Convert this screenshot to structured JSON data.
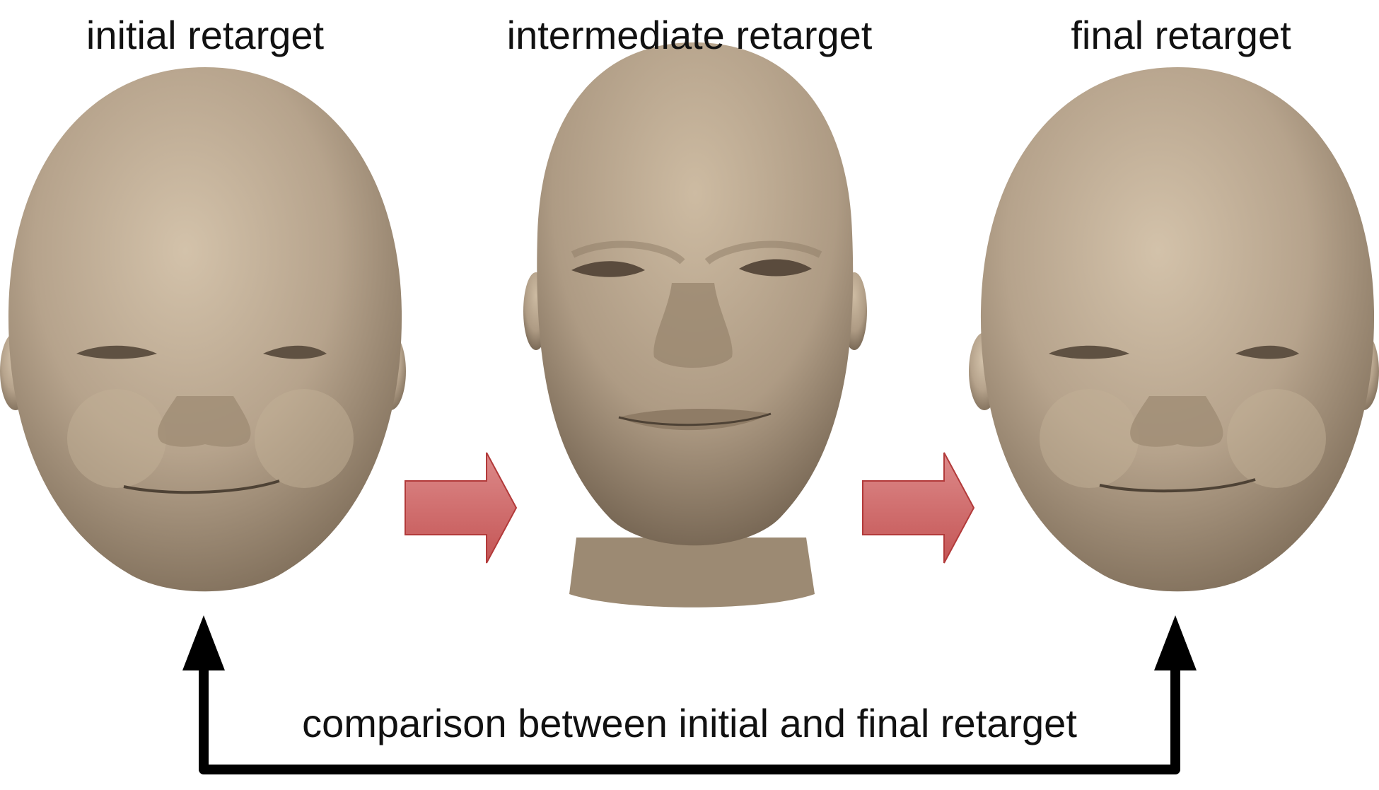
{
  "labels": {
    "initial": "initial retarget",
    "intermediate": "intermediate retarget",
    "final": "final retarget",
    "comparison": "comparison between initial and final retarget"
  },
  "colors": {
    "skin": "#b6a38c",
    "skin_shadow": "#7d6c58",
    "skin_highlight": "#d3c2aa",
    "process_arrow_fill": "#cf6b6b",
    "process_arrow_stroke": "#b23a3a",
    "feedback_arrow": "#000000"
  },
  "nodes": [
    {
      "id": "initial",
      "depicts": "baby-face-head"
    },
    {
      "id": "intermediate",
      "depicts": "adult-face-head"
    },
    {
      "id": "final",
      "depicts": "baby-face-head"
    }
  ],
  "edges": [
    {
      "from": "initial",
      "to": "intermediate",
      "style": "red-block-arrow"
    },
    {
      "from": "intermediate",
      "to": "final",
      "style": "red-block-arrow"
    },
    {
      "from": "initial",
      "to": "final",
      "style": "black-double-headed-bracket-arrow"
    }
  ]
}
